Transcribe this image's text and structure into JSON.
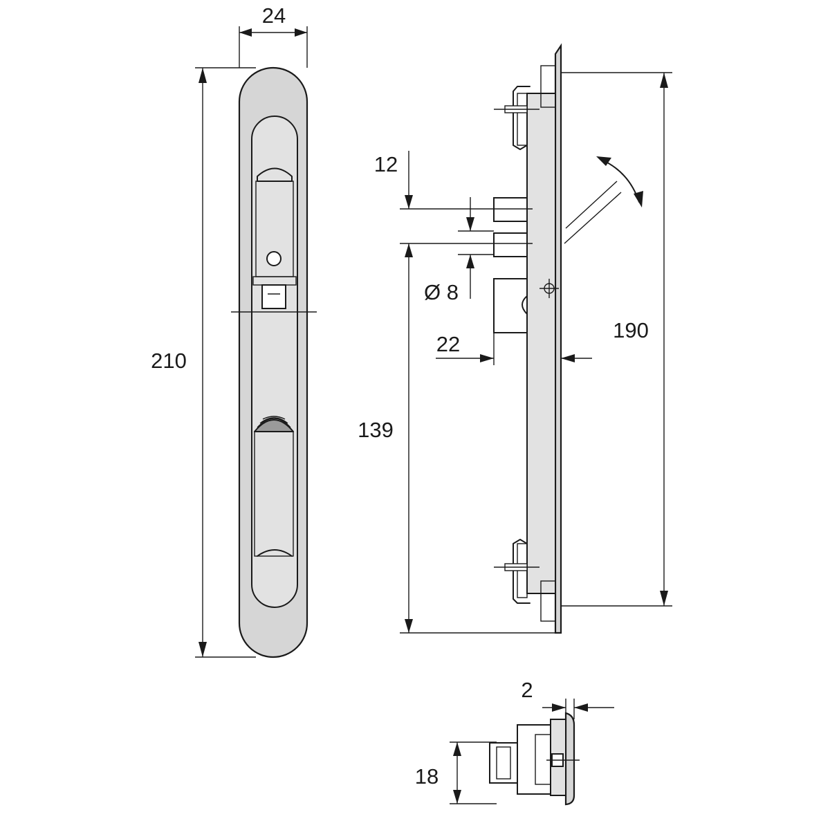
{
  "dimensions": {
    "width": "24",
    "height_total": "210",
    "offset_top": "12",
    "diameter": "Ø 8",
    "depth": "22",
    "height_lower": "139",
    "fixing_distance": "190",
    "plate_thickness": "2",
    "section_height": "18"
  },
  "colors": {
    "line": "#1a1a1a",
    "fill": "#d6d6d6",
    "background": "#ffffff"
  }
}
